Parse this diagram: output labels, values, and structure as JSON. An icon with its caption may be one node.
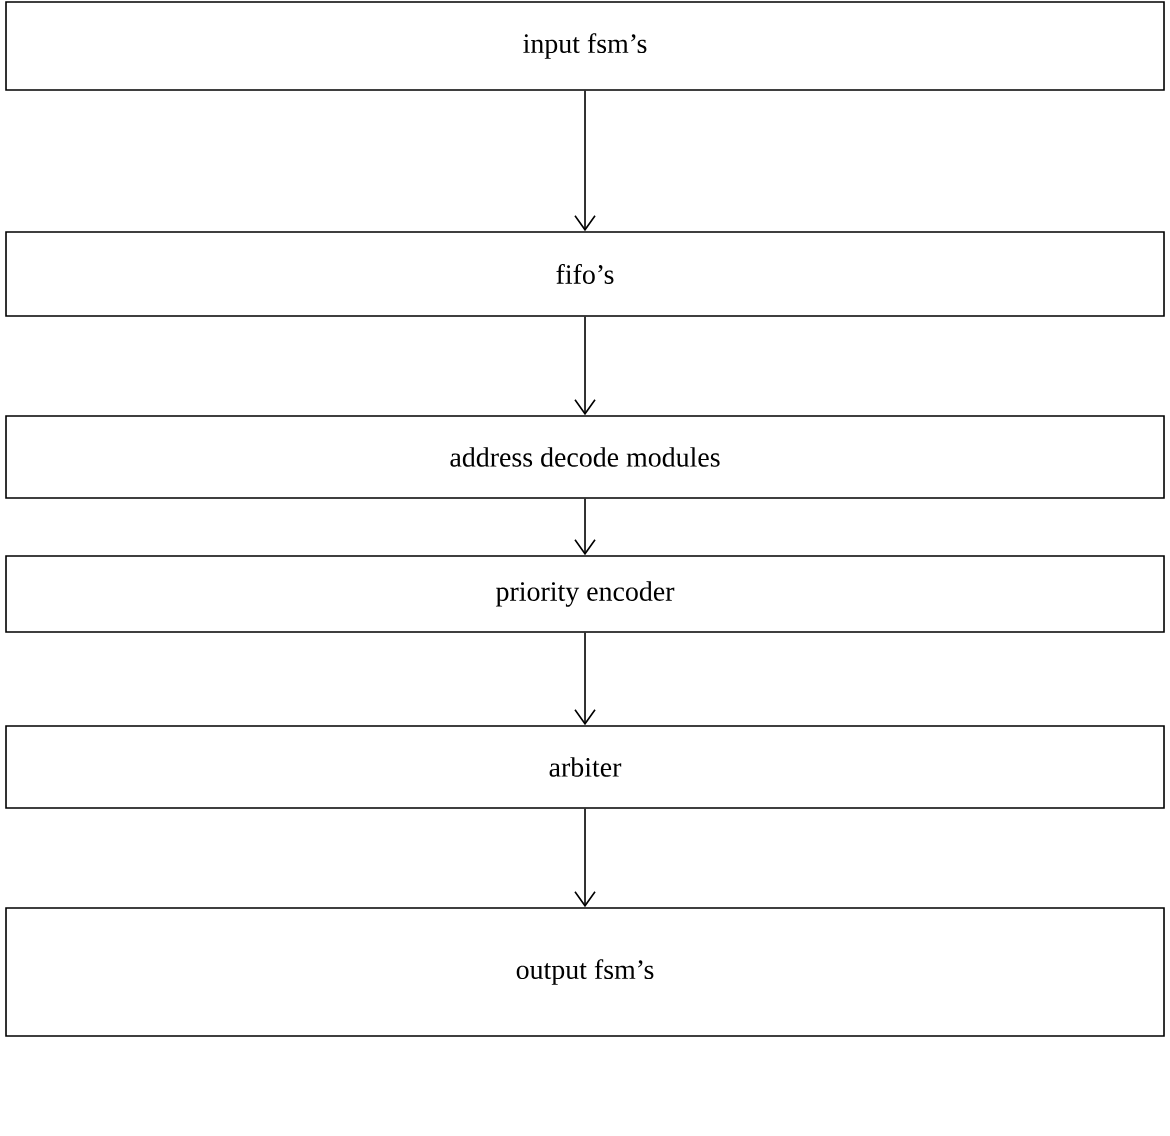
{
  "diagram": {
    "nodes": [
      {
        "text": [
          "input fsm’s"
        ]
      },
      {
        "text": [
          "fifo’s"
        ]
      },
      {
        "text": [
          "address decode modules"
        ]
      },
      {
        "text": [
          "priority encoder"
        ]
      },
      {
        "text": [
          "arbiter"
        ]
      },
      {
        "text": [
          "output fsm’s"
        ]
      }
    ],
    "edges": [
      {
        "from": 0,
        "to": 1,
        "arrow": "to"
      },
      {
        "from": 1,
        "to": 2,
        "arrow": "to"
      },
      {
        "from": 2,
        "to": 3,
        "arrow": "to"
      },
      {
        "from": 3,
        "to": 4,
        "arrow": "to"
      },
      {
        "from": 4,
        "to": 5,
        "arrow": "to"
      }
    ]
  }
}
